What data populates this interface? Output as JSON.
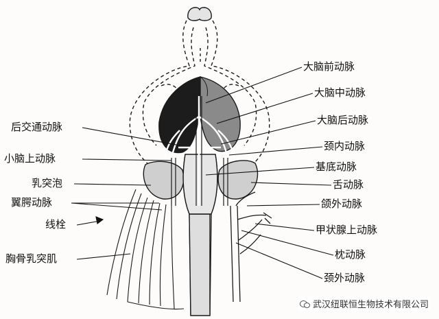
{
  "labels": {
    "acer_anterior": "大脑前动脉",
    "acer_middle": "大脑中动脉",
    "acer_posterior": "大脑后动脉",
    "internal_carotid": "颈内动脉",
    "basilar": "基底动脉",
    "lingual": "舌动脉",
    "maxillary": "颌外动脉",
    "superior_thyroid": "甲状腺上动脉",
    "occipital": "枕动脉",
    "external_carotid": "颈外动脉",
    "posterior_communicating": "后交通动脉",
    "superior_cerebellar": "小脑上动脉",
    "tympanic_bulla": "乳突泡",
    "pterygopalatine": "翼腭动脉",
    "thrombus": "线栓",
    "sternomastoid": "胸骨乳突肌"
  },
  "watermark": "武汉纽联恒生物技术有限公司"
}
